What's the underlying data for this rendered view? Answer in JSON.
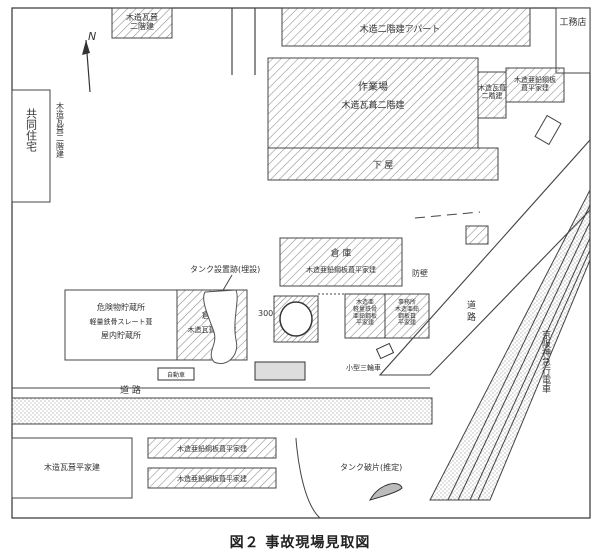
{
  "caption": "図２ 事故現場見取図",
  "north": "N",
  "labels": {
    "top_small": "木造瓦葺\n二階建",
    "apartment": "木造二階建アパート",
    "koumuten": "工務店",
    "sagyoujou_1": "作業場",
    "sagyoujou_2": "木造瓦葺二階建",
    "right_small": "木造瓦葺\n二階建",
    "mokuzou_hira": "木造亜鉛鋼板\n葺平家建",
    "kyoudou": "共同住宅",
    "kyoudou_sub": "木造瓦葺二階建",
    "roka": "下 屋",
    "souko1": "倉 庫",
    "souko1_sub": "木造亜鉛鋼板葺平家建",
    "tank_ato": "タンク設置跡(埋設)",
    "kiken1": "危険物貯蔵所",
    "kiken2": "軽量鉄骨スレート葺",
    "kiken3": "屋内貯蔵所",
    "souko2": "倉 庫",
    "souko2_sub": "木造瓦葺平家建",
    "s300": "300",
    "mid1": "木造亜\n軽量鉄骨\n亜鉛鋼板\n平家建",
    "mid2": "事務所\n木造亜鉛\n鋼板葺\n平家建",
    "mid3": "防壁",
    "shuyou": "小型三輪車",
    "truck_label": "自動車",
    "road": "道 路",
    "road2": "道 路",
    "tetsudou": "京阪神急行電車",
    "bottom_left": "木造瓦葺平家建",
    "bottom_mid1": "木造亜鉛鋼板葺平家建",
    "bottom_mid2": "木造亜鉛鋼板葺平家建",
    "tank2": "タンク破片(推定)"
  }
}
